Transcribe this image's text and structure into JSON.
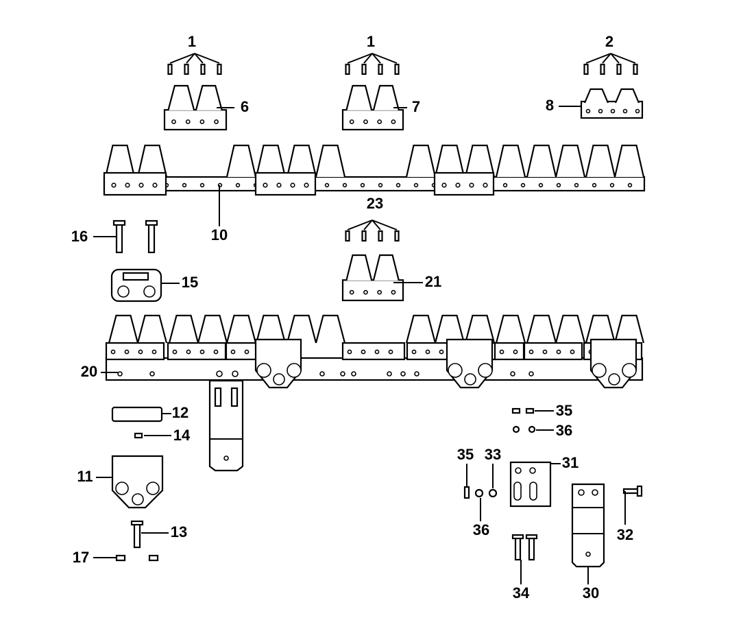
{
  "diagram": {
    "labels": {
      "part_1a": "1",
      "part_1b": "1",
      "part_2": "2",
      "part_6": "6",
      "part_7": "7",
      "part_8": "8",
      "part_10": "10",
      "part_16": "16",
      "part_23": "23",
      "part_15": "15",
      "part_21": "21",
      "part_20": "20",
      "part_12": "12",
      "part_14": "14",
      "part_11": "11",
      "part_13": "13",
      "part_17": "17",
      "part_35a": "35",
      "part_36a": "36",
      "part_35b": "35",
      "part_33": "33",
      "part_31": "31",
      "part_36b": "36",
      "part_32": "32",
      "part_34": "34",
      "part_30": "30"
    }
  }
}
